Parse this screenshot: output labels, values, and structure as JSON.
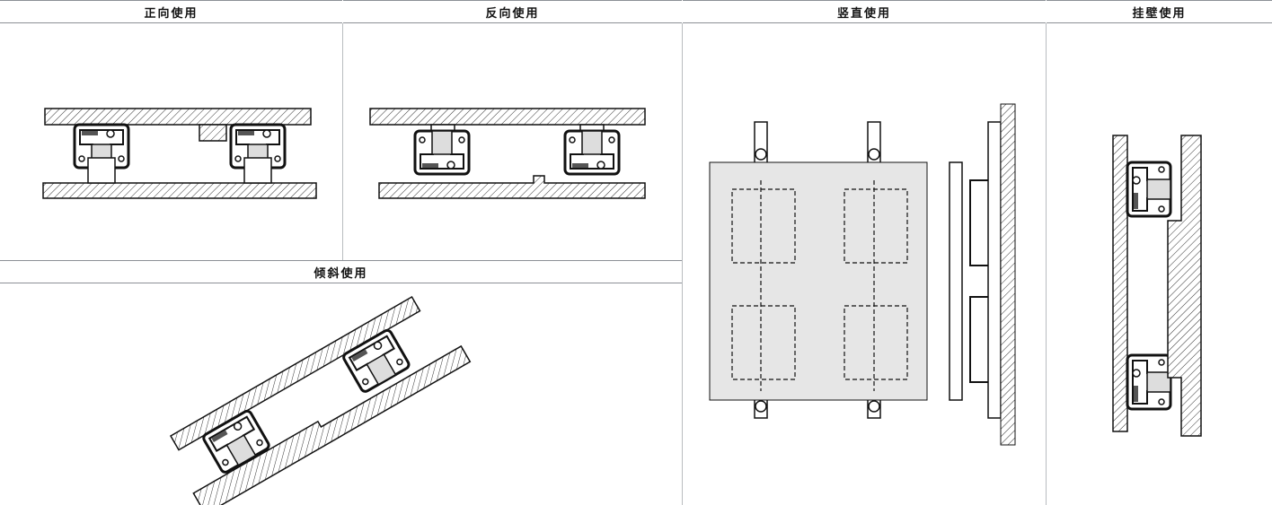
{
  "headers": {
    "forward": "正向使用",
    "reverse": "反向使用",
    "vertical": "竖直使用",
    "wall": "挂壁使用",
    "tilted": "倾斜使用"
  },
  "colors": {
    "header_bg": "#ffffff",
    "divider": "#b9bcc0",
    "plate_fill": "#e6e6e6",
    "line": "#1a1a1a"
  }
}
